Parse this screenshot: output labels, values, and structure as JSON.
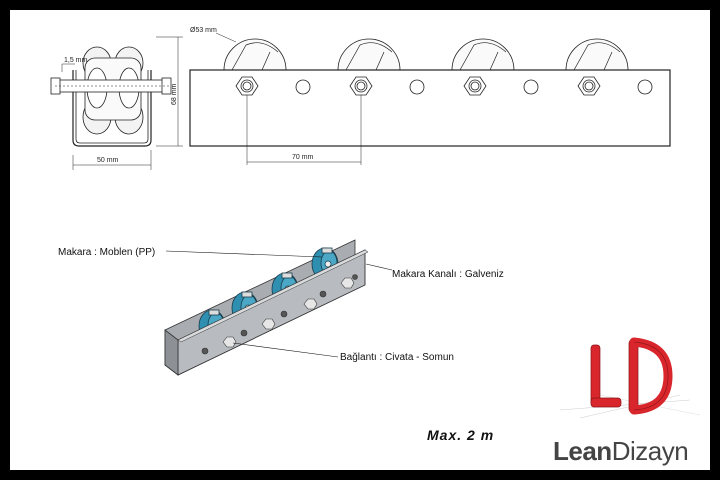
{
  "drawing": {
    "dimensions": {
      "diameter": "Ø53 mm",
      "thickness": "1,5 mm",
      "height": "68 mm",
      "width": "50 mm",
      "spacing": "70 mm"
    },
    "callouts": {
      "roller": "Makara : Moblen (PP)",
      "channel": "Makara Kanalı : Galveniz",
      "fastener": "Bağlantı : Civata - Somun"
    },
    "max_length": "Max. 2 m"
  },
  "brand": {
    "part1": "Lean",
    "part2": "Dizayn",
    "logo_color": "#d8262c"
  },
  "colors": {
    "roller_blue": "#2f8fb0",
    "channel_gray": "#b8bcc0",
    "frame": "#000000"
  }
}
